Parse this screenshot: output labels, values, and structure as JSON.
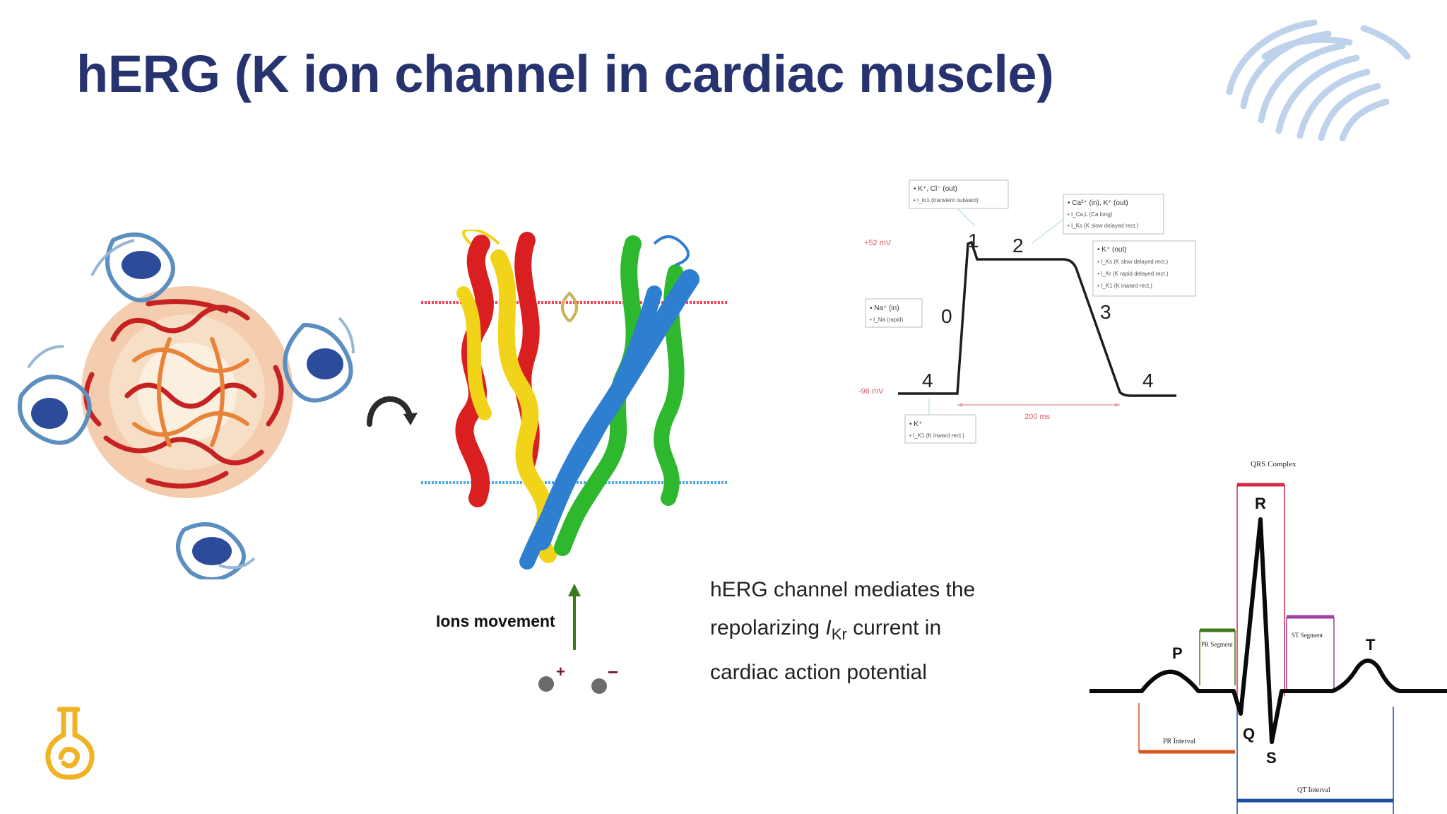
{
  "slide": {
    "title": "hERG (K ion channel in cardiac muscle)"
  },
  "description": {
    "line1": "hERG channel mediates the",
    "line2_before": "repolarizing ",
    "line2_italic": "I",
    "line2_sub": "Kr",
    "line2_after": " current in",
    "line3": "cardiac action potential"
  },
  "ions": {
    "label": "Ions movement",
    "plus": "+",
    "minus": "−"
  },
  "action_potential": {
    "voltage_top": "+52 mV",
    "voltage_bottom": "-96 mV",
    "duration": "200 ms",
    "phases": [
      "0",
      "1",
      "2",
      "3",
      "4",
      "4"
    ],
    "box_phase1": {
      "line1": "• K⁺, Cl⁻ (out)",
      "line2": "• I_to1 (transient outward)"
    },
    "box_phase2": {
      "line1": "• Ca²⁺ (in), K⁺ (out)",
      "line2": "• I_Ca,L (Ca long)",
      "line3": "• I_Ks (K slow delayed rect.)"
    },
    "box_phase3": {
      "line1": "• K⁺ (out)",
      "line2": "• I_Ks (K slow delayed rect.)",
      "line3": "• I_Kr (K rapid delayed rect.)",
      "line4": "• I_K1 (K inward rect.)"
    },
    "box_phase0": {
      "line1": "• Na⁺ (in)",
      "line2": "• I_Na (rapid)"
    },
    "box_phase4": {
      "line1": "• K⁺",
      "line2": "• I_K1 (K inward rect.)"
    }
  },
  "ecg": {
    "labels": {
      "P": "P",
      "Q": "Q",
      "R": "R",
      "S": "S",
      "T": "T"
    },
    "qrs_complex": "QRS Complex",
    "pr_segment": "PR Segment",
    "st_segment": "ST Segment",
    "pr_interval": "PR Interval",
    "qt_interval": "QT Interval",
    "colors": {
      "qrs": "#d42a45",
      "pr_segment": "#3d7a1e",
      "st_segment": "#a040a0",
      "pr_interval": "#d9541a",
      "qt_interval": "#1f4fa0"
    }
  },
  "structure_colors": {
    "red": "#d91f1f",
    "yellow": "#f1d41a",
    "green": "#2eb82e",
    "blue": "#2f7fd1",
    "navy": "#28479a",
    "membrane_top": "#ee4455",
    "membrane_bottom": "#4aa8e8"
  }
}
